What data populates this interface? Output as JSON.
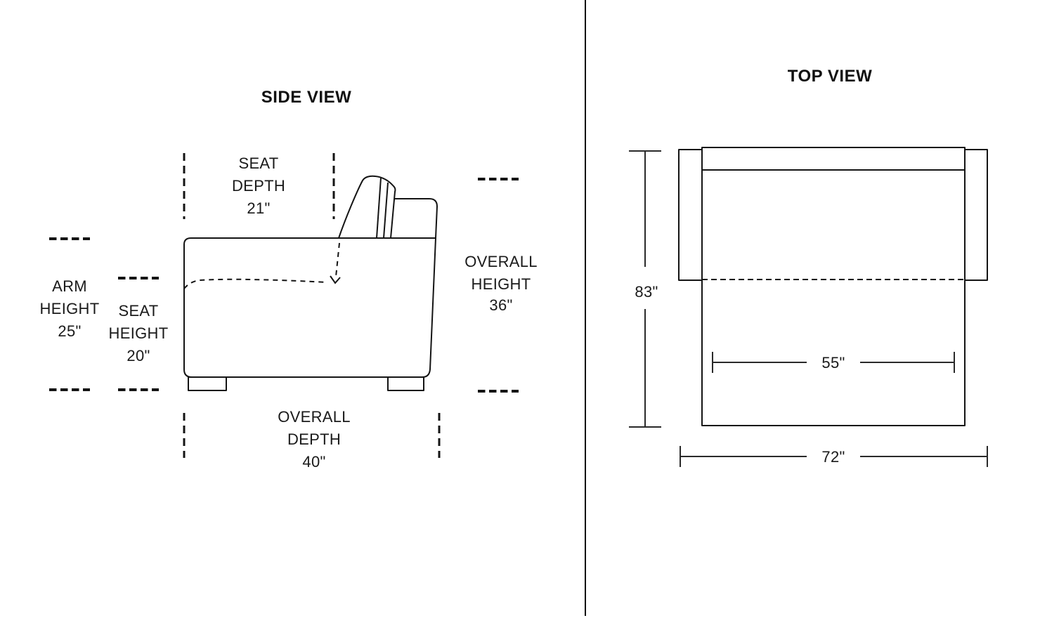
{
  "side_view": {
    "title": "SIDE VIEW",
    "labels": {
      "seat_depth": {
        "lines": [
          "SEAT",
          "DEPTH",
          "21\""
        ]
      },
      "arm_height": {
        "lines": [
          "ARM",
          "HEIGHT",
          "25\""
        ]
      },
      "seat_height": {
        "lines": [
          "SEAT",
          "HEIGHT",
          "20\""
        ]
      },
      "overall_height": {
        "lines": [
          "OVERALL",
          "HEIGHT",
          "36\""
        ]
      },
      "overall_depth": {
        "lines": [
          "OVERALL",
          "DEPTH",
          "40\""
        ]
      }
    }
  },
  "top_view": {
    "title": "TOP VIEW",
    "dimensions": {
      "depth_open": "83\"",
      "mattress_width": "55\"",
      "overall_width": "72\""
    }
  },
  "colors": {
    "line": "#141414",
    "text": "#1a1a1a",
    "background": "#ffffff"
  }
}
